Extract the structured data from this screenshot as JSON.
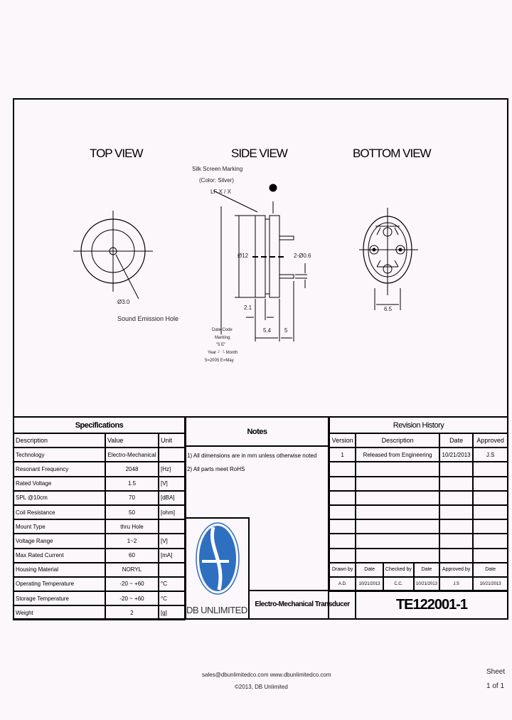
{
  "views": {
    "top": "TOP VIEW",
    "side": "SIDE VIEW",
    "bottom": "BOTTOM VIEW"
  },
  "top_view": {
    "hole_dim": "Ø3.0",
    "hole_label": "Sound Emission Hole"
  },
  "side_view": {
    "marking_line1": "Silk Screen Marking",
    "marking_line2": "(Color: Silver)",
    "marking_text": "LF X / X",
    "plus": "+",
    "diameter": "Ø12",
    "pin_dim": "2-Ø0.6",
    "dim_a": "2.1",
    "dim_b": "5.4",
    "dim_c": "5",
    "date_code_1": "Date Code",
    "date_code_2": "Marking",
    "date_code_3": "\"5 E\"",
    "date_code_4": "Year ┘ └ Month",
    "date_code_5": "5=2005   E=May"
  },
  "bottom_view": {
    "dim": "6.5"
  },
  "specs": {
    "title": "Specifications",
    "headers": [
      "Description",
      "Value",
      "Unit"
    ],
    "rows": [
      [
        "Technology",
        "Electro-Mechanical",
        ""
      ],
      [
        "Resonant Frequency",
        "2048",
        "[Hz]"
      ],
      [
        "Rated Voltage",
        "1.5",
        "[V]"
      ],
      [
        "SPL @10cm",
        "70",
        "[dBA]"
      ],
      [
        "Coil Resistance",
        "50",
        "[ohm]"
      ],
      [
        "Mount Type",
        "thru Hole",
        ""
      ],
      [
        "Voltage Range",
        "1~2",
        "[V]"
      ],
      [
        "Max Rated Current",
        "60",
        "[mA]"
      ],
      [
        "Housing Material",
        "NORYL",
        ""
      ],
      [
        "Operating Temperature",
        "-20 ~ +60",
        "°C"
      ],
      [
        "Storage Temperature",
        "-20 ~ +60",
        "°C"
      ],
      [
        "Weight",
        "2",
        "[g]"
      ]
    ]
  },
  "notes": {
    "title": "Notes",
    "items": [
      "1) All dimensions are in mm unless otherwise noted",
      "2) All parts meet RoHS"
    ]
  },
  "logo": {
    "text": "DB UNLIMITED",
    "color": "#2f6fc0"
  },
  "revision": {
    "title": "Revision History",
    "headers": [
      "Version",
      "Description",
      "Date",
      "Approved"
    ],
    "rows": [
      [
        "1",
        "Released from Engineering",
        "10/21/2013",
        "J.S"
      ]
    ],
    "signoff_headers": [
      "Drawn by",
      "Date",
      "Checked by",
      "Date",
      "Approved by",
      "Date"
    ],
    "signoff_values": [
      "A.D.",
      "10/21/2013",
      "C.C.",
      "10/21/2013",
      "J.S",
      "10/21/2013"
    ]
  },
  "product": {
    "name": "Electro-Mechanical Transducer",
    "part_number": "TE122001-1"
  },
  "footer": {
    "contact": "sales@dbunlimitedco.com   www.dbunlimitedco.com",
    "copyright": "©2013, DB Unlimited",
    "sheet_label": "Sheet",
    "sheet_value": "1 of 1"
  }
}
